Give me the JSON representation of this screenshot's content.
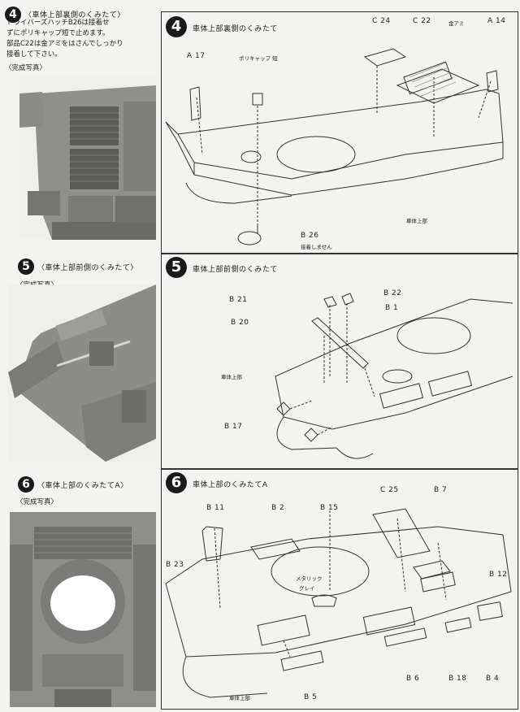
{
  "left": {
    "step4": {
      "number": "4",
      "title": "〈車体上部裏側のくみたて〉",
      "note": "ドライバーズハッチB26は接着せ\nずにポリキャップ短で止めます。\n部品C22は金アミをはさんでしっかり\n接着して下さい。",
      "caption": "〈完成写真〉"
    },
    "step5": {
      "number": "5",
      "title": "〈車体上部前側のくみたて〉",
      "caption": "〈完成写真〉"
    },
    "step6": {
      "number": "6",
      "title": "〈車体上部のくみたてA〉",
      "caption": "〈完成写真〉"
    }
  },
  "right": {
    "step4": {
      "number": "4",
      "title": "車体上部裏側のくみたて",
      "labels": {
        "a17": "A 17",
        "polycap": "ポリキャップ 短",
        "c24": "C 24",
        "c22": "C 22",
        "mesh": "金アミ",
        "a14": "A 14",
        "hull": "車体上部",
        "b26": "B 26",
        "no_glue": "接着しません"
      }
    },
    "step5": {
      "number": "5",
      "title": "車体上部前側のくみたて",
      "labels": {
        "b21": "B 21",
        "b22": "B 22",
        "b1": "B 1",
        "b20": "B 20",
        "hull": "車体上部",
        "b17": "B 17"
      }
    },
    "step6": {
      "number": "6",
      "title": "車体上部のくみたてA",
      "labels": {
        "b11": "B 11",
        "b2": "B 2",
        "b15": "B 15",
        "c25": "C 25",
        "b7": "B 7",
        "b12": "B 12",
        "b23": "B 23",
        "metallic": "メタリック",
        "grey": "グレイ",
        "b5": "B 5",
        "b6": "B 6",
        "b18": "B 18",
        "b4": "B 4",
        "hull": "車体上部"
      }
    }
  }
}
